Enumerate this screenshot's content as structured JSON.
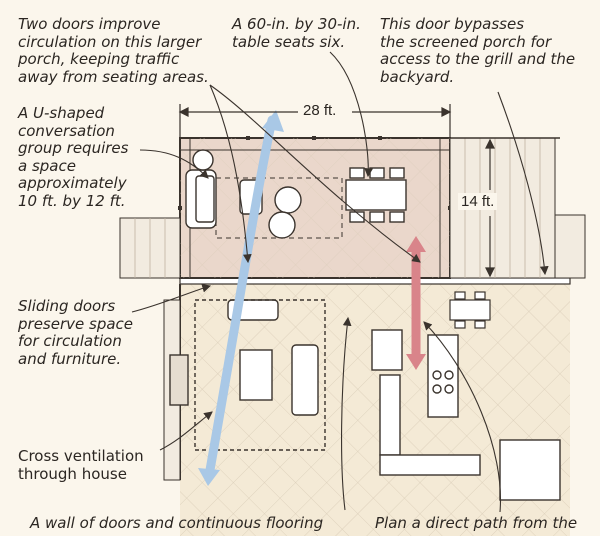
{
  "annotations": {
    "two_doors": "Two doors improve\ncirculation on this larger\nporch, keeping traffic\naway from seating areas.",
    "table": "A 60-in. by 30-in.\ntable seats six.",
    "bypass_door": "This door bypasses\nthe screened porch for\naccess to the grill and the\nbackyard.",
    "u_shaped": "A U-shaped\nconversation\ngroup requires\na space\napproximately\n10 ft. by 12 ft.",
    "sliding_doors": "Sliding doors\npreserve space\nfor circulation\nand furniture.",
    "cross_ventilation": "Cross ventilation\nthrough house",
    "wall_of_doors": "A wall of doors and continuous flooring",
    "direct_path": "Plan a direct path from the"
  },
  "dimensions": {
    "width": "28 ft.",
    "depth": "14 ft."
  },
  "colors": {
    "porch_fill": "#ead7cb",
    "floor_fill": "#f4ead6",
    "line": "#3a332d",
    "tile": "#d9ccb6",
    "blue_arrow": "#a9c8e6",
    "red_arrow": "#d9848a"
  }
}
